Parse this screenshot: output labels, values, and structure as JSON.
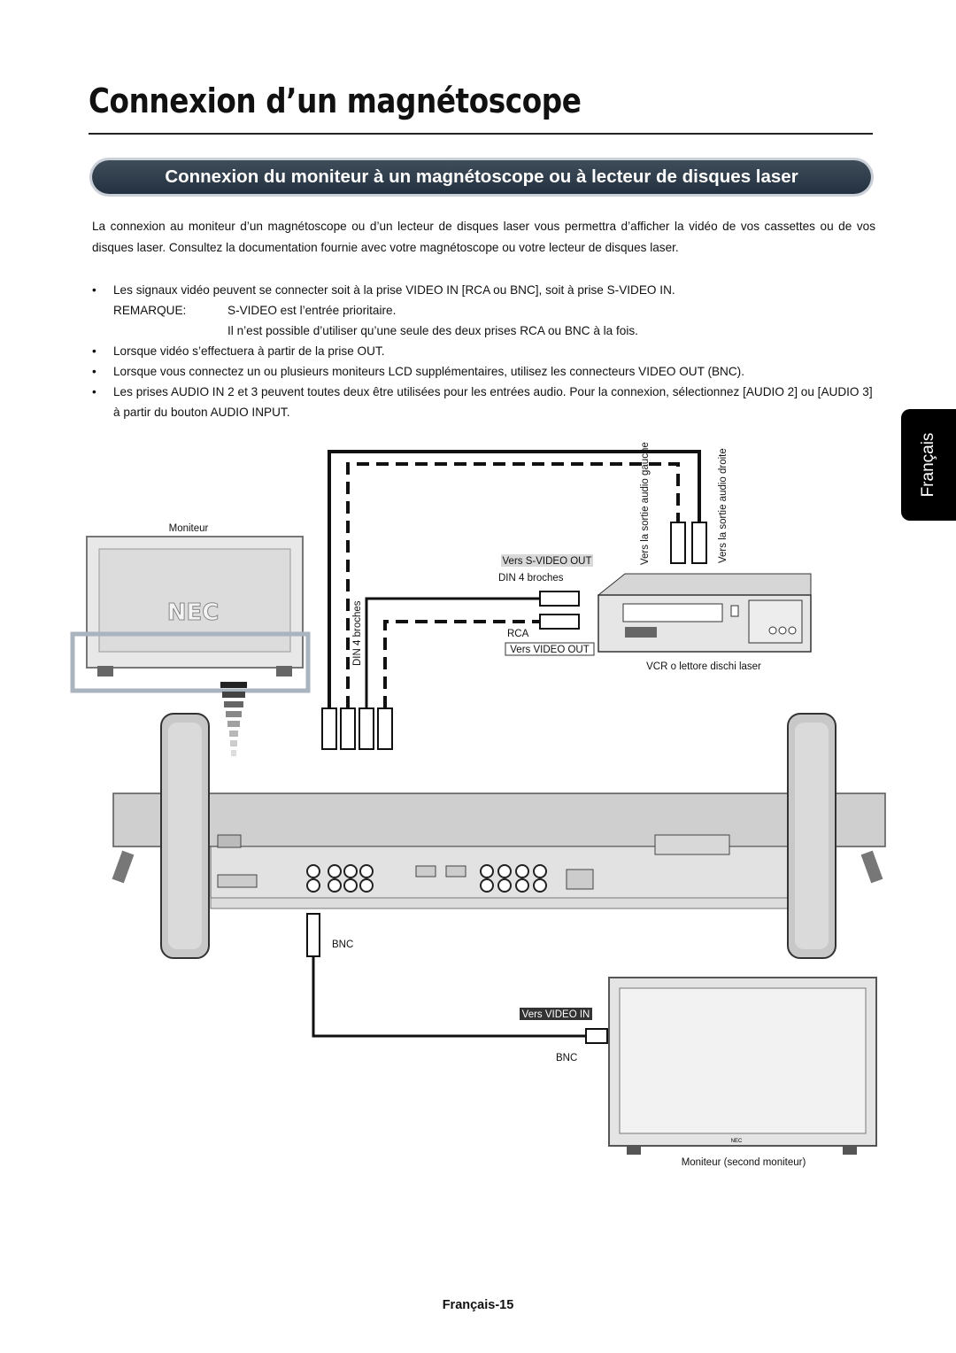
{
  "page": {
    "title": "Connexion d’un magnétoscope",
    "banner": "Connexion du moniteur à un magnétoscope ou à lecteur de disques laser",
    "intro": "La connexion au moniteur d’un magnétoscope ou d’un lecteur de disques laser vous permettra d’afficher la vidéo de vos cassettes ou de vos disques laser. Consultez la documentation fournie avec votre magnétoscope ou votre lecteur de disques laser.",
    "bullet1": "Les signaux vidéo peuvent se connecter soit à la prise VIDEO IN [RCA ou BNC], soit à prise S-VIDEO IN.",
    "remark_label": "REMARQUE:",
    "remark_text1": "S-VIDEO est l’entrée prioritaire.",
    "remark_text2": "Il n’est possible d’utiliser qu’une seule des deux prises RCA ou BNC à la fois.",
    "bullet2": "Lorsque vidéo s’effectuera à partir de la prise OUT.",
    "bullet3": "Lorsque vous connectez un ou plusieurs moniteurs LCD supplémentaires, utilisez les connecteurs VIDEO OUT (BNC).",
    "bullet4": "Les prises AUDIO IN 2 et 3 peuvent toutes deux être utilisées pour les entrées audio. Pour la connexion, sélectionnez [AUDIO 2] ou [AUDIO 3] à partir du bouton AUDIO INPUT.",
    "side_tab": "Français",
    "footer": "Français-15"
  },
  "diagram": {
    "monitor_label": "Moniteur",
    "monitor_logo": "NEC",
    "svideo_out": "Vers S-VIDEO OUT",
    "din4": "DIN 4 broches",
    "din4_vertical": "DIN 4 broches",
    "rca": "RCA",
    "video_out": "Vers VIDEO OUT",
    "vcr_label": "VCR o lettore dischi laser",
    "audio_left": "Vers la sortie audio gauche",
    "audio_right": "Vers la sortie audio droite",
    "bnc_top": "BNC",
    "video_in": "Vers VIDEO IN",
    "bnc_bottom": "BNC",
    "second_monitor": "Moniteur (second moniteur)",
    "second_logo": "NEC"
  }
}
